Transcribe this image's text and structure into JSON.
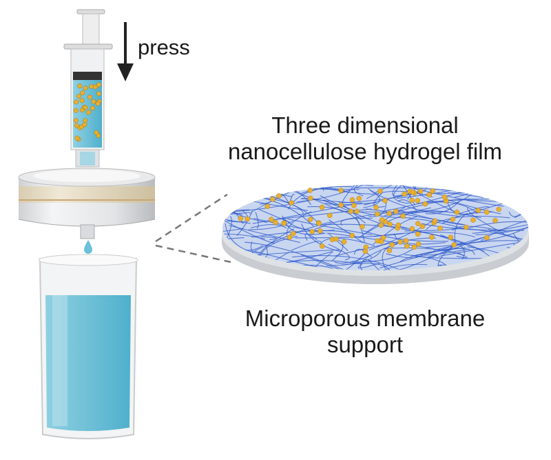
{
  "labels": {
    "press": "press",
    "film_line1": "Three dimensional",
    "film_line2": "nanocellulose hydrogel film",
    "support_line1": "Microporous membrane",
    "support_line2": "support"
  },
  "colors": {
    "fiber": "#2a55c8",
    "particle": "#e8b030",
    "liquid": "#7cc6dc",
    "filter_band": "#e6dcc4"
  }
}
